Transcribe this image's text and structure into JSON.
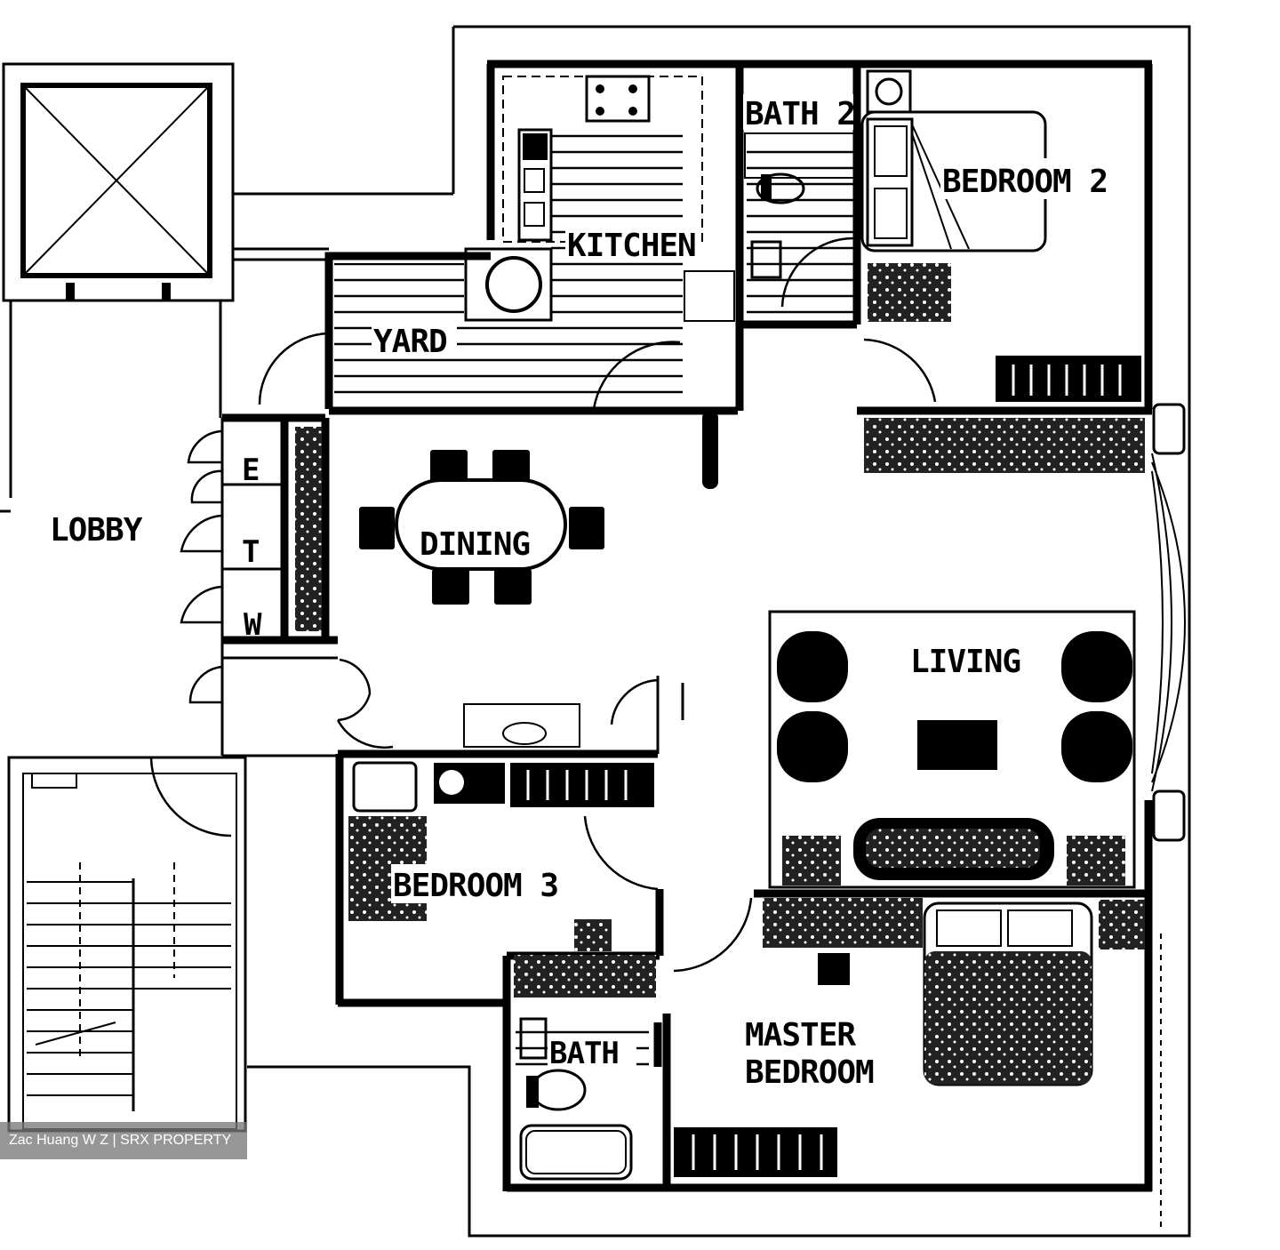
{
  "rooms": {
    "bath_2": "BATH 2",
    "bedroom_2": "BEDROOM 2",
    "kitchen": "KITCHEN",
    "yard": "YARD",
    "lobby": "LOBBY",
    "dining": "DINING",
    "living": "LIVING",
    "bedroom_3": "BEDROOM 3",
    "bath": "BATH",
    "master_bedroom_line1": "MASTER",
    "master_bedroom_line2": "BEDROOM"
  },
  "services": {
    "e": "E",
    "t": "T",
    "w": "W"
  },
  "watermark": "Zac Huang W Z | SRX PROPERTY"
}
